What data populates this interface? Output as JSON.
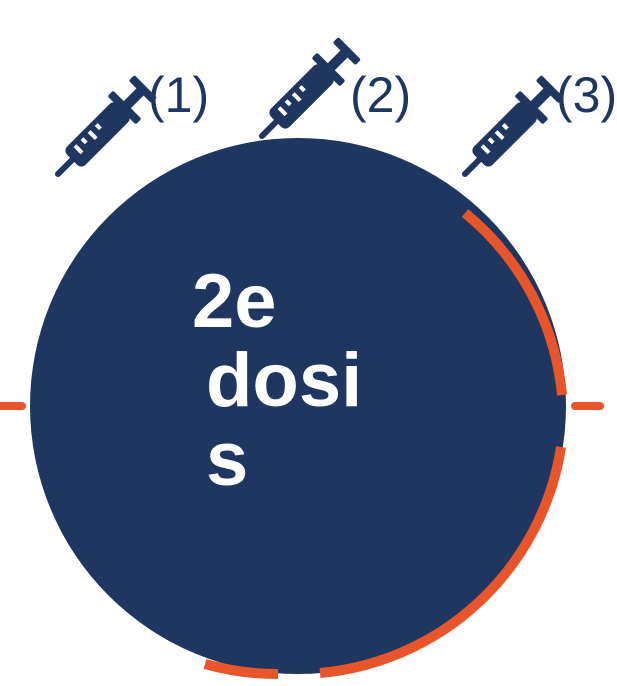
{
  "colors": {
    "navy": "#1e3660",
    "orange": "#e8552b",
    "background": "#ffffff"
  },
  "syringes": [
    {
      "icon": "syringe-icon",
      "label": "(1)"
    },
    {
      "icon": "syringe-icon",
      "label": "(2)"
    },
    {
      "icon": "syringe-icon",
      "label": "(3)"
    }
  ],
  "center": {
    "lines": [
      "2e",
      "dosi",
      "s"
    ]
  }
}
